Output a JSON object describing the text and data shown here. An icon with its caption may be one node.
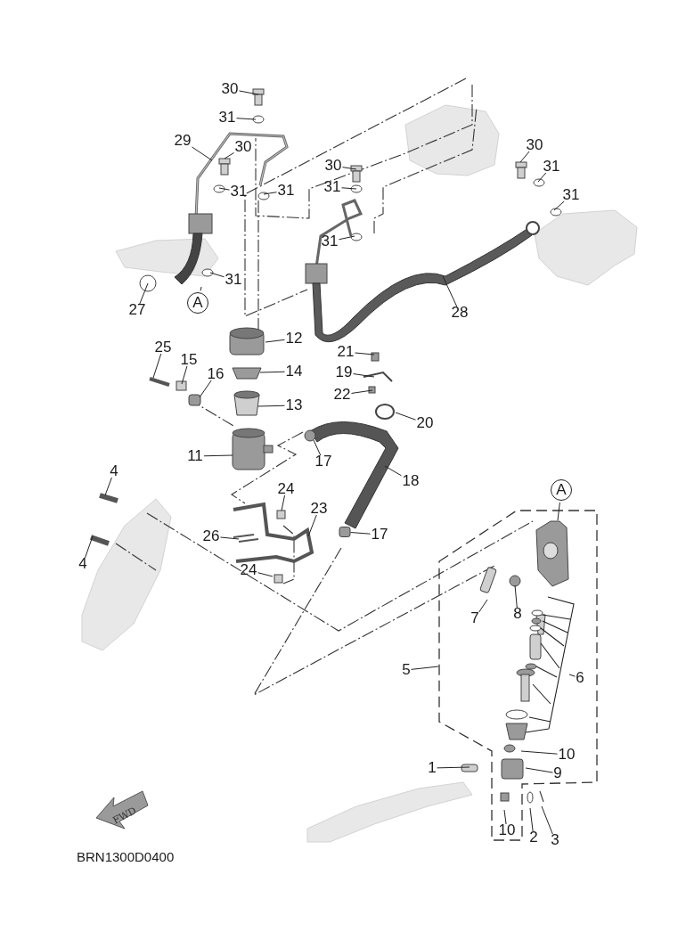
{
  "diagram": {
    "nodes": [
      {
        "text": [
          "30"
        ]
      },
      {
        "text": [
          "31"
        ]
      },
      {
        "text": [
          "29"
        ]
      },
      {
        "text": [
          "30"
        ]
      },
      {
        "text": [
          "31"
        ]
      },
      {
        "text": [
          "31"
        ]
      },
      {
        "text": [
          "30"
        ]
      },
      {
        "text": [
          "31"
        ]
      },
      {
        "text": [
          "31"
        ]
      },
      {
        "text": [
          "30"
        ]
      },
      {
        "text": [
          "31"
        ]
      },
      {
        "text": [
          "31"
        ]
      },
      {
        "text": [
          "31"
        ]
      },
      {
        "text": [
          "27"
        ]
      },
      {
        "text": [
          "A"
        ]
      },
      {
        "text": [
          "28"
        ]
      },
      {
        "text": [
          "12"
        ]
      },
      {
        "text": [
          "25"
        ]
      },
      {
        "text": [
          "15"
        ]
      },
      {
        "text": [
          "16"
        ]
      },
      {
        "text": [
          "14"
        ]
      },
      {
        "text": [
          "13"
        ]
      },
      {
        "text": [
          "21"
        ]
      },
      {
        "text": [
          "19"
        ]
      },
      {
        "text": [
          "22"
        ]
      },
      {
        "text": [
          "20"
        ]
      },
      {
        "text": [
          "11"
        ]
      },
      {
        "text": [
          "17"
        ]
      },
      {
        "text": [
          "18"
        ]
      },
      {
        "text": [
          "4"
        ]
      },
      {
        "text": [
          "24"
        ]
      },
      {
        "text": [
          "23"
        ]
      },
      {
        "text": [
          "26"
        ]
      },
      {
        "text": [
          "4"
        ]
      },
      {
        "text": [
          "24"
        ]
      },
      {
        "text": [
          "17"
        ]
      },
      {
        "text": [
          "A"
        ]
      },
      {
        "text": [
          "7"
        ]
      },
      {
        "text": [
          "8"
        ]
      },
      {
        "text": [
          "5"
        ]
      },
      {
        "text": [
          "6"
        ]
      },
      {
        "text": [
          "10"
        ]
      },
      {
        "text": [
          "1"
        ]
      },
      {
        "text": [
          "9"
        ]
      },
      {
        "text": [
          "10"
        ]
      },
      {
        "text": [
          "2"
        ]
      },
      {
        "text": [
          "3"
        ]
      },
      {
        "text": [],
        "shape": "box"
      }
    ],
    "edges": [
      {
        "from": 0,
        "to": null,
        "arrow": "none"
      },
      {
        "from": 1,
        "to": null,
        "arrow": "none"
      },
      {
        "from": 2,
        "to": null,
        "arrow": "none"
      },
      {
        "from": 3,
        "to": null,
        "arrow": "none"
      },
      {
        "from": 4,
        "to": null,
        "arrow": "none"
      },
      {
        "from": 5,
        "to": null,
        "arrow": "none"
      },
      {
        "from": 6,
        "to": null,
        "arrow": "none"
      },
      {
        "from": 7,
        "to": null,
        "arrow": "none"
      },
      {
        "from": 8,
        "to": null,
        "arrow": "none"
      },
      {
        "from": 9,
        "to": null,
        "arrow": "none"
      },
      {
        "from": 10,
        "to": null,
        "arrow": "none"
      },
      {
        "from": 11,
        "to": null,
        "arrow": "none"
      },
      {
        "from": 12,
        "to": null,
        "arrow": "none"
      },
      {
        "from": 13,
        "to": null,
        "arrow": "none"
      },
      {
        "from": 14,
        "to": null,
        "arrow": "none"
      },
      {
        "from": 15,
        "to": null,
        "arrow": "none"
      },
      {
        "from": 16,
        "to": null,
        "arrow": "none"
      },
      {
        "from": 17,
        "to": null,
        "arrow": "none"
      },
      {
        "from": 18,
        "to": null,
        "arrow": "none"
      },
      {
        "from": 19,
        "to": null,
        "arrow": "none"
      },
      {
        "from": 20,
        "to": null,
        "arrow": "none"
      },
      {
        "from": 21,
        "to": null,
        "arrow": "none"
      },
      {
        "from": 22,
        "to": null,
        "arrow": "none"
      },
      {
        "from": 23,
        "to": null,
        "arrow": "none"
      },
      {
        "from": 24,
        "to": null,
        "arrow": "none"
      },
      {
        "from": 25,
        "to": null,
        "arrow": "none"
      },
      {
        "from": 26,
        "to": null,
        "arrow": "none"
      },
      {
        "from": 27,
        "to": null,
        "arrow": "none"
      },
      {
        "from": 28,
        "to": null,
        "arrow": "none"
      },
      {
        "from": 29,
        "to": null,
        "arrow": "none"
      },
      {
        "from": 30,
        "to": null,
        "arrow": "none"
      },
      {
        "from": 31,
        "to": null,
        "arrow": "none"
      },
      {
        "from": 32,
        "to": null,
        "arrow": "none"
      },
      {
        "from": 33,
        "to": null,
        "arrow": "none"
      },
      {
        "from": 34,
        "to": null,
        "arrow": "none"
      },
      {
        "from": 35,
        "to": 47,
        "arrow": "none"
      },
      {
        "from": 36,
        "to": null,
        "arrow": "none"
      },
      {
        "from": 37,
        "to": null,
        "arrow": "none"
      },
      {
        "from": 38,
        "to": null,
        "arrow": "none"
      },
      {
        "from": 39,
        "to": null,
        "arrow": "none"
      },
      {
        "from": 40,
        "to": null,
        "arrow": "none"
      },
      {
        "from": 41,
        "to": null,
        "arrow": "none"
      },
      {
        "from": 42,
        "to": null,
        "arrow": "none"
      },
      {
        "from": 43,
        "to": null,
        "arrow": "none"
      },
      {
        "from": 44,
        "to": null,
        "arrow": "none"
      },
      {
        "from": 45,
        "to": null,
        "arrow": "none"
      },
      {
        "from": 46,
        "to": null,
        "arrow": "none"
      }
    ],
    "labels": [
      "FWD",
      "BRN1300D0400"
    ]
  }
}
